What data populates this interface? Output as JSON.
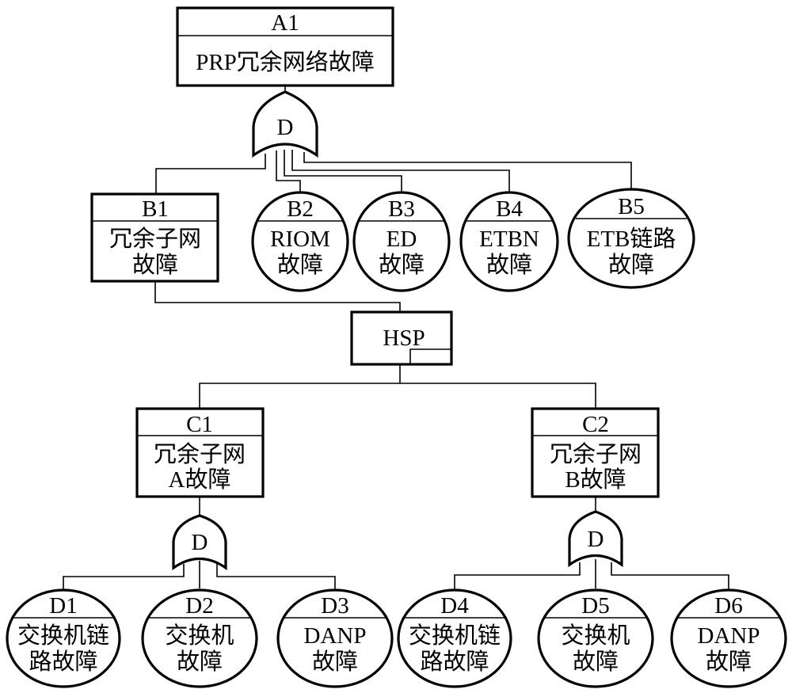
{
  "diagram": {
    "type": "fault-tree",
    "colors": {
      "line": "#000000",
      "background": "#ffffff"
    },
    "top_event": {
      "id": "A1",
      "label": "PRP冗余网络故障"
    },
    "top_gate": {
      "label": "D"
    },
    "level_b": [
      {
        "id": "B1",
        "lines": [
          "冗余子网",
          "故障"
        ],
        "shape": "rectangle"
      },
      {
        "id": "B2",
        "lines": [
          "RIOM",
          "故障"
        ],
        "shape": "circle"
      },
      {
        "id": "B3",
        "lines": [
          "ED",
          "故障"
        ],
        "shape": "circle"
      },
      {
        "id": "B4",
        "lines": [
          "ETBN",
          "故障"
        ],
        "shape": "circle"
      },
      {
        "id": "B5",
        "lines": [
          "ETB链路",
          "故障"
        ],
        "shape": "ellipse"
      }
    ],
    "hsp_gate": {
      "label": "HSP"
    },
    "level_c": [
      {
        "id": "C1",
        "lines": [
          "冗余子网",
          "A故障"
        ],
        "gate": "D"
      },
      {
        "id": "C2",
        "lines": [
          "冗余子网",
          "B故障"
        ],
        "gate": "D"
      }
    ],
    "level_d": [
      {
        "id": "D1",
        "lines": [
          "交换机链",
          "路故障"
        ]
      },
      {
        "id": "D2",
        "lines": [
          "交换机",
          "故障"
        ]
      },
      {
        "id": "D3",
        "lines": [
          "DANP",
          "故障"
        ]
      },
      {
        "id": "D4",
        "lines": [
          "交换机链",
          "路故障"
        ]
      },
      {
        "id": "D5",
        "lines": [
          "交换机",
          "故障"
        ]
      },
      {
        "id": "D6",
        "lines": [
          "DANP",
          "故障"
        ]
      }
    ]
  }
}
